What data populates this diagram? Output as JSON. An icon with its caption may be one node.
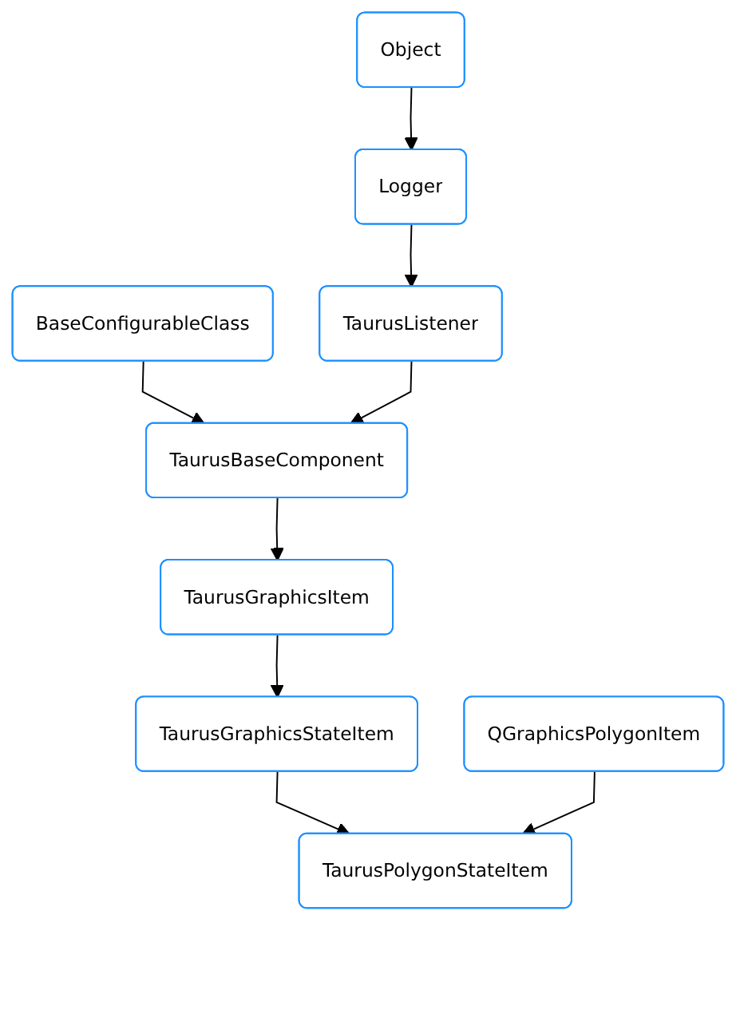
{
  "diagram": {
    "nodes": [
      {
        "text": [
          "Object"
        ]
      },
      {
        "text": [
          "Logger"
        ]
      },
      {
        "text": [
          "BaseConfigurableClass"
        ]
      },
      {
        "text": [
          "TaurusListener"
        ]
      },
      {
        "text": [
          "TaurusBaseComponent"
        ]
      },
      {
        "text": [
          "TaurusGraphicsItem"
        ]
      },
      {
        "text": [
          "TaurusGraphicsStateItem"
        ]
      },
      {
        "text": [
          "QGraphicsPolygonItem"
        ]
      },
      {
        "text": [
          "TaurusPolygonStateItem"
        ]
      }
    ],
    "edges": [
      {
        "from": 0,
        "to": 1,
        "arrow": "to"
      },
      {
        "from": 1,
        "to": 3,
        "arrow": "to"
      },
      {
        "from": 2,
        "to": 4,
        "arrow": "to"
      },
      {
        "from": 3,
        "to": 4,
        "arrow": "to"
      },
      {
        "from": 4,
        "to": 5,
        "arrow": "to"
      },
      {
        "from": 5,
        "to": 6,
        "arrow": "to"
      },
      {
        "from": 6,
        "to": 8,
        "arrow": "to"
      },
      {
        "from": 7,
        "to": 8,
        "arrow": "to"
      }
    ]
  }
}
